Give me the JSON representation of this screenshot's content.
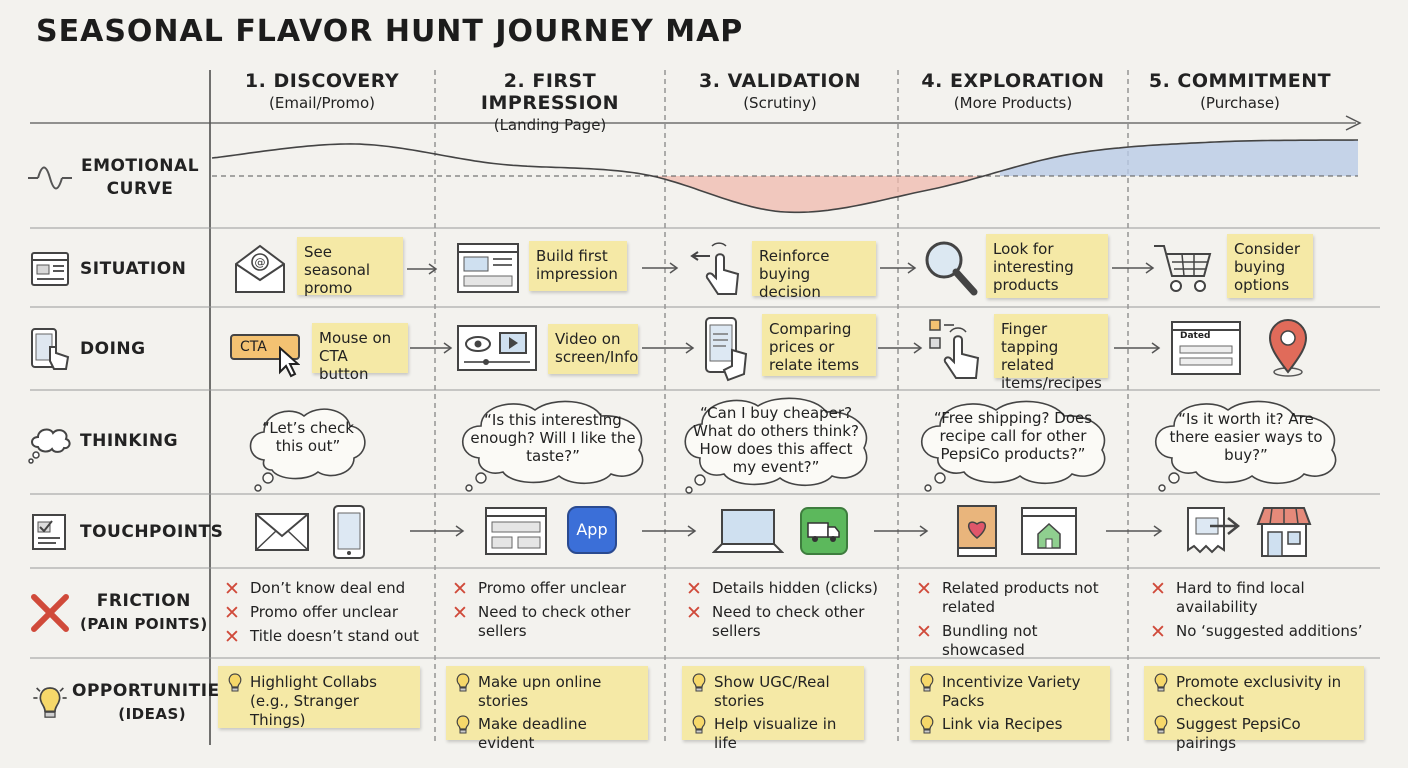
{
  "title": "SEASONAL FLAVOR HUNT JOURNEY MAP",
  "stages": [
    {
      "name": "1. DISCOVERY",
      "sub": "(Email/Promo)"
    },
    {
      "name": "2. FIRST IMPRESSION",
      "sub": "(Landing Page)"
    },
    {
      "name": "3. VALIDATION",
      "sub": "(Scrutiny)"
    },
    {
      "name": "4. EXPLORATION",
      "sub": "(More Products)"
    },
    {
      "name": "5. COMMITMENT",
      "sub": "(Purchase)"
    }
  ],
  "rows": {
    "emotional": "EMOTIONAL CURVE",
    "situation": "SITUATION",
    "doing": "DOING",
    "thinking": "THINKING",
    "touchpoints": "TOUCHPOINTS",
    "friction_a": "FRICTION",
    "friction_b": "(PAIN POINTS)",
    "opportunities_a": "OPPORTUNITIES",
    "opportunities_b": "(IDEAS)"
  },
  "emotional_curve": {
    "levels": [
      0.45,
      0.8,
      0.3,
      0.05,
      -0.9,
      -0.35,
      0.55,
      0.85,
      0.9
    ],
    "colors": {
      "positive": "#b9cbe6",
      "negative": "#f0b9ae",
      "neutral": "#cfcfc8"
    }
  },
  "situation": [
    "See seasonal promo",
    "Build first impression",
    "Reinforce buying decision",
    "Look for interesting products",
    "Consider buying options"
  ],
  "doing": [
    "Mouse on CTA button",
    "Video on screen/Info",
    "Comparing prices or relate items",
    "Finger tapping related items/recipes",
    ""
  ],
  "doing_icon_labels": {
    "cta": "CTA",
    "form": "Dated"
  },
  "thinking": [
    "“Let’s check this out”",
    "“Is this interesting enough? Will I like the taste?”",
    "“Can I buy cheaper? What do others think? How does this affect my event?”",
    "“Free shipping? Does recipe call for other PepsiCo products?”",
    "“Is it worth it? Are there easier ways to buy?”"
  ],
  "touchpoints_labels": {
    "app": "App"
  },
  "friction": [
    [
      "Don’t know deal end",
      "Promo offer unclear",
      "Title doesn’t stand out"
    ],
    [
      "Promo offer unclear",
      "Need to check other sellers"
    ],
    [
      "Details hidden (clicks)",
      "Need to check other sellers"
    ],
    [
      "Related products not related",
      "Bundling not showcased"
    ],
    [
      "Hard to find local availability",
      "No ‘suggested additions’"
    ]
  ],
  "opportunities": [
    [
      "Highlight Collabs (e.g., Stranger Things)"
    ],
    [
      "Make upn online stories",
      "Make deadline evident"
    ],
    [
      "Show UGC/Real stories",
      "Help visualize in life"
    ],
    [
      "Incentivize Variety Packs",
      "Link via Recipes"
    ],
    [
      "Promote exclusivity in checkout",
      "Suggest PepsiCo pairings"
    ]
  ],
  "colors": {
    "sticky": "#f5e9a6",
    "friction": "#d04a3a",
    "app_blue": "#3b6fd8",
    "truck_green": "#5cb85c",
    "pin_red": "#d9534f"
  }
}
